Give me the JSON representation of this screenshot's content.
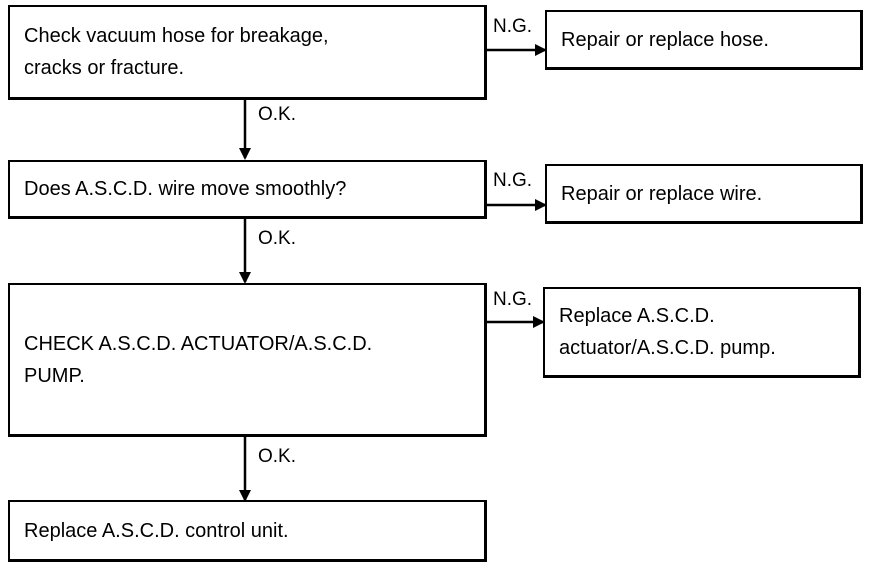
{
  "steps": [
    {
      "text": "Check vacuum hose for breakage,\ncracks or fracture.",
      "ok_label": "O.K.",
      "ng_label": "N.G.",
      "ng_action": "Repair or replace hose."
    },
    {
      "text": "Does A.S.C.D. wire move smoothly?",
      "ok_label": "O.K.",
      "ng_label": "N.G.",
      "ng_action": "Repair or replace wire."
    },
    {
      "text": "CHECK A.S.C.D. ACTUATOR/A.S.C.D.\nPUMP.",
      "ok_label": "O.K.",
      "ng_label": "N.G.",
      "ng_action": "Replace A.S.C.D.\nactuator/A.S.C.D. pump."
    },
    {
      "text": "Replace A.S.C.D. control unit."
    }
  ],
  "colors": {
    "line": "#000000",
    "background": "#ffffff"
  }
}
